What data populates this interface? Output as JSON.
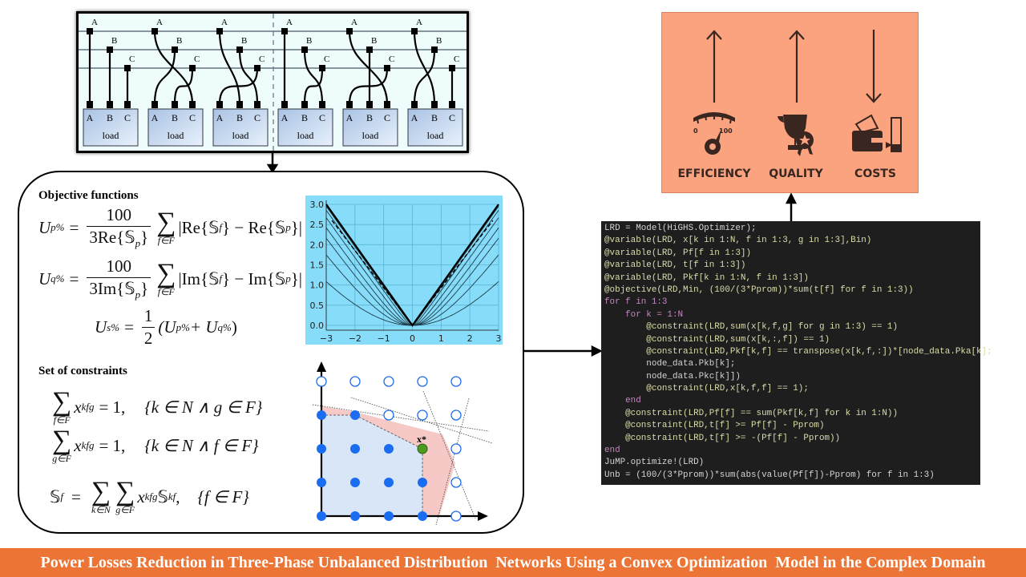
{
  "phase_diagram": {
    "phases": [
      "A",
      "B",
      "C"
    ],
    "load_label": "load",
    "connections": [
      {
        "A": "A",
        "B": "B",
        "C": "C"
      },
      {
        "A": "C",
        "B": "A",
        "C": "B"
      },
      {
        "A": "B",
        "B": "C",
        "C": "A"
      },
      {
        "A": "A",
        "B": "C",
        "C": "B"
      },
      {
        "A": "C",
        "B": "B",
        "C": "A"
      },
      {
        "A": "B",
        "B": "A",
        "C": "C"
      }
    ]
  },
  "objective": {
    "heading": "Objective functions",
    "up": {
      "lhs": "U",
      "lhs_sub": "p%",
      "eq": "=",
      "num": "100",
      "den": "3Re{𝕊",
      "den_sub": "p",
      "den_end": "}",
      "sum": "∑",
      "under": "f∈F",
      "rhs": "|Re{𝕊",
      "rhs_sub1": "f",
      "rhs_mid": "} − Re{𝕊",
      "rhs_sub2": "p",
      "rhs_end": "}|"
    },
    "uq": {
      "lhs": "U",
      "lhs_sub": "q%",
      "eq": "=",
      "num": "100",
      "den": "3Im{𝕊",
      "den_sub": "p",
      "den_end": "}",
      "sum": "∑",
      "under": "f∈F",
      "rhs": "|Im{𝕊",
      "rhs_sub1": "f",
      "rhs_mid": "} − Im{𝕊",
      "rhs_sub2": "p",
      "rhs_end": "}|"
    },
    "us": {
      "lhs": "U",
      "lhs_sub": "s%",
      "eq": "=",
      "num": "1",
      "den": "2",
      "open": "(U",
      "sub1": "p%",
      "plus": " + U",
      "sub2": "q%",
      "close": ")"
    }
  },
  "constraints": {
    "heading": "Set of constraints",
    "c1": {
      "sum": "∑",
      "under": "f∈F",
      "var": "x",
      "var_sub": "kfg",
      "rhs": "= 1,",
      "cond": "{k ∈ N ∧  g ∈ F}"
    },
    "c2": {
      "sum": "∑",
      "under": "g∈F",
      "var": "x",
      "var_sub": "kfg",
      "rhs": "= 1,",
      "cond": "{k ∈ N ∧  f ∈ F}"
    },
    "c3": {
      "lhs": "𝕊",
      "lhs_sub": "f",
      "eq": "=",
      "sum": "∑",
      "under1": "k∈N",
      "under2": "g∈F",
      "var": "x",
      "var_sub": "kfg",
      "s": " 𝕊",
      "s_sub": "kf",
      "comma": ",",
      "cond": "{f ∈ F}"
    }
  },
  "smoothing_plot": {
    "x_ticks": [
      "−3",
      "−2",
      "−1",
      "0",
      "1",
      "2",
      "3"
    ],
    "y_ticks": [
      "0.0",
      "0.5",
      "1.0",
      "1.5",
      "2.0",
      "2.5",
      "3.0"
    ],
    "xlim": [
      -3,
      3
    ],
    "ylim": [
      0,
      3
    ],
    "smoothing_params": [
      0.05,
      0.15,
      0.35,
      0.65,
      1.0,
      1.7,
      3.6
    ],
    "background": "#87dcf9"
  },
  "lattice_plot": {
    "optimum_label": "x*",
    "filled_points": [
      [
        0,
        0
      ],
      [
        1,
        0
      ],
      [
        2,
        0
      ],
      [
        3,
        0
      ],
      [
        0,
        1
      ],
      [
        1,
        1
      ],
      [
        2,
        1
      ],
      [
        3,
        1
      ],
      [
        0,
        2
      ],
      [
        1,
        2
      ],
      [
        2,
        2
      ],
      [
        0,
        3
      ],
      [
        1,
        3
      ]
    ],
    "hollow_points": [
      [
        4,
        0
      ],
      [
        4,
        1
      ],
      [
        4,
        2
      ],
      [
        2,
        3
      ],
      [
        3,
        3
      ],
      [
        4,
        3
      ],
      [
        0,
        4
      ],
      [
        1,
        4
      ],
      [
        2,
        4
      ],
      [
        3,
        4
      ],
      [
        4,
        4
      ]
    ],
    "optimum_point": [
      3,
      2
    ],
    "point_color": "#1a6cf0",
    "optimum_color": "#4c9a1e"
  },
  "code": {
    "lines": [
      "LRD = Model(HiGHS.Optimizer);",
      "@variable(LRD, x[k in 1:N, f in 1:3, g in 1:3],Bin)",
      "@variable(LRD, Pf[f in 1:3])",
      "@variable(LRD, t[f in 1:3])",
      "@variable(LRD, Pkf[k in 1:N, f in 1:3])",
      "@objective(LRD,Min, (100/(3*Pprom))*sum(t[f] for f in 1:3))",
      "for f in 1:3",
      "    for k = 1:N",
      "        @constraint(LRD,sum(x[k,f,g] for g in 1:3) == 1)",
      "        @constraint(LRD,sum(x[k,:,f]) == 1)",
      "        @constraint(LRD,Pkf[k,f] == transpose(x[k,f,:])*[node_data.Pka[k];",
      "        node_data.Pkb[k];",
      "        node_data.Pkc[k]])",
      "        @constraint(LRD,x[k,f,f] == 1);",
      "    end",
      "    @constraint(LRD,Pf[f] == sum(Pkf[k,f] for k in 1:N))",
      "    @constraint(LRD,t[f] >= Pf[f] - Pprom)",
      "    @constraint(LRD,t[f] >= -(Pf[f] - Pprom))",
      "end",
      "JuMP.optimize!(LRD)",
      "Unb = (100/(3*Pprom))*sum(abs(value(Pf[f])-Pprom) for f in 1:3)"
    ]
  },
  "goals": {
    "items": [
      {
        "label": "EFFICIENCY",
        "direction": "up",
        "icon": "gauge-icon"
      },
      {
        "label": "QUALITY",
        "direction": "up",
        "icon": "trophy-icon"
      },
      {
        "label": "COSTS",
        "direction": "down",
        "icon": "wallet-icon"
      }
    ],
    "gauge_min": "0",
    "gauge_max": "100",
    "background": "#fba37f"
  },
  "banner": {
    "title": "Power Losses Reduction in Three-Phase Unbalanced Distribution  Networks Using a Convex Optimization  Model in the Complex Domain",
    "background": "#ec7434"
  }
}
